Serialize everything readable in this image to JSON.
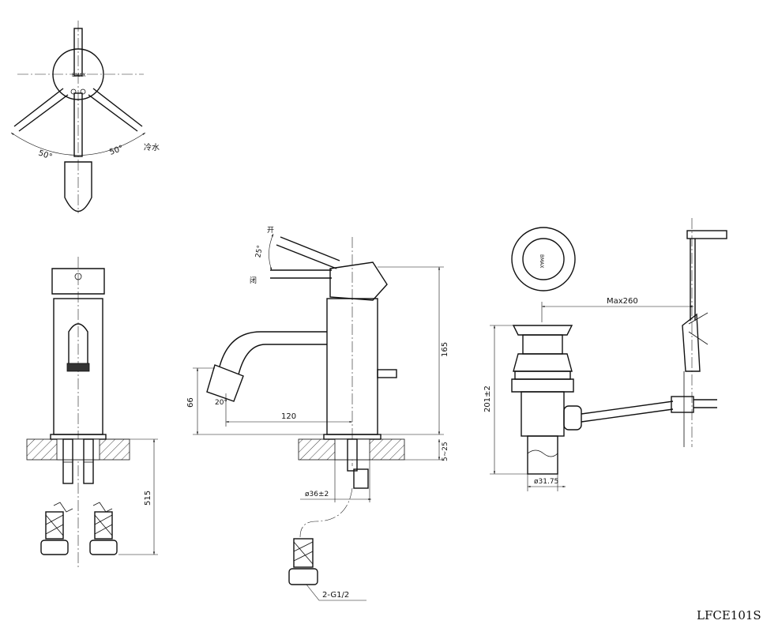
{
  "labels": {
    "angle_left": "50°",
    "angle_right": "50°",
    "cold_water": "冷水",
    "open": "开",
    "closed": "闭",
    "handle_angle": "25°",
    "spout_angle": "20°",
    "height_165": "165",
    "height_66": "66",
    "reach_120": "120",
    "deck_5_25": "5~25",
    "hole_dia": "ø36±2",
    "hose_length": "515",
    "connection": "2-G1/2",
    "max_reach": "Max260",
    "drain_height": "201±2",
    "drain_dia": "ø31.75",
    "brand_top": "BMAX",
    "brand_plug": "BMAX"
  },
  "model_number": "LFCE101S"
}
